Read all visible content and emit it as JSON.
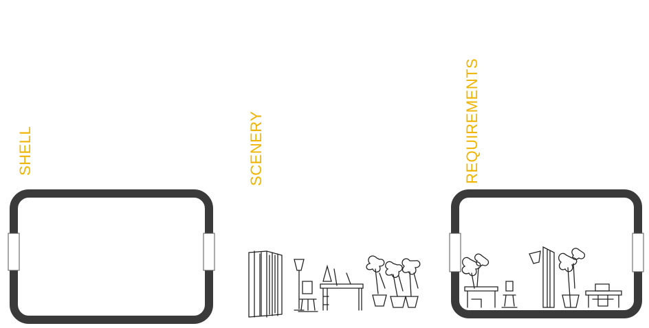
{
  "labels": {
    "shell": "SHELL",
    "scenery": "SCENERY",
    "requirements": "REQUIREMENTS"
  },
  "colors": {
    "label": "#f0b400",
    "frame": "#3a3a3a",
    "ink": "#222222"
  },
  "icons": {
    "shell": "room-frame-with-windows",
    "scenery": "furniture-and-plants-sketch",
    "requirements": "furnished-room-sketch"
  }
}
